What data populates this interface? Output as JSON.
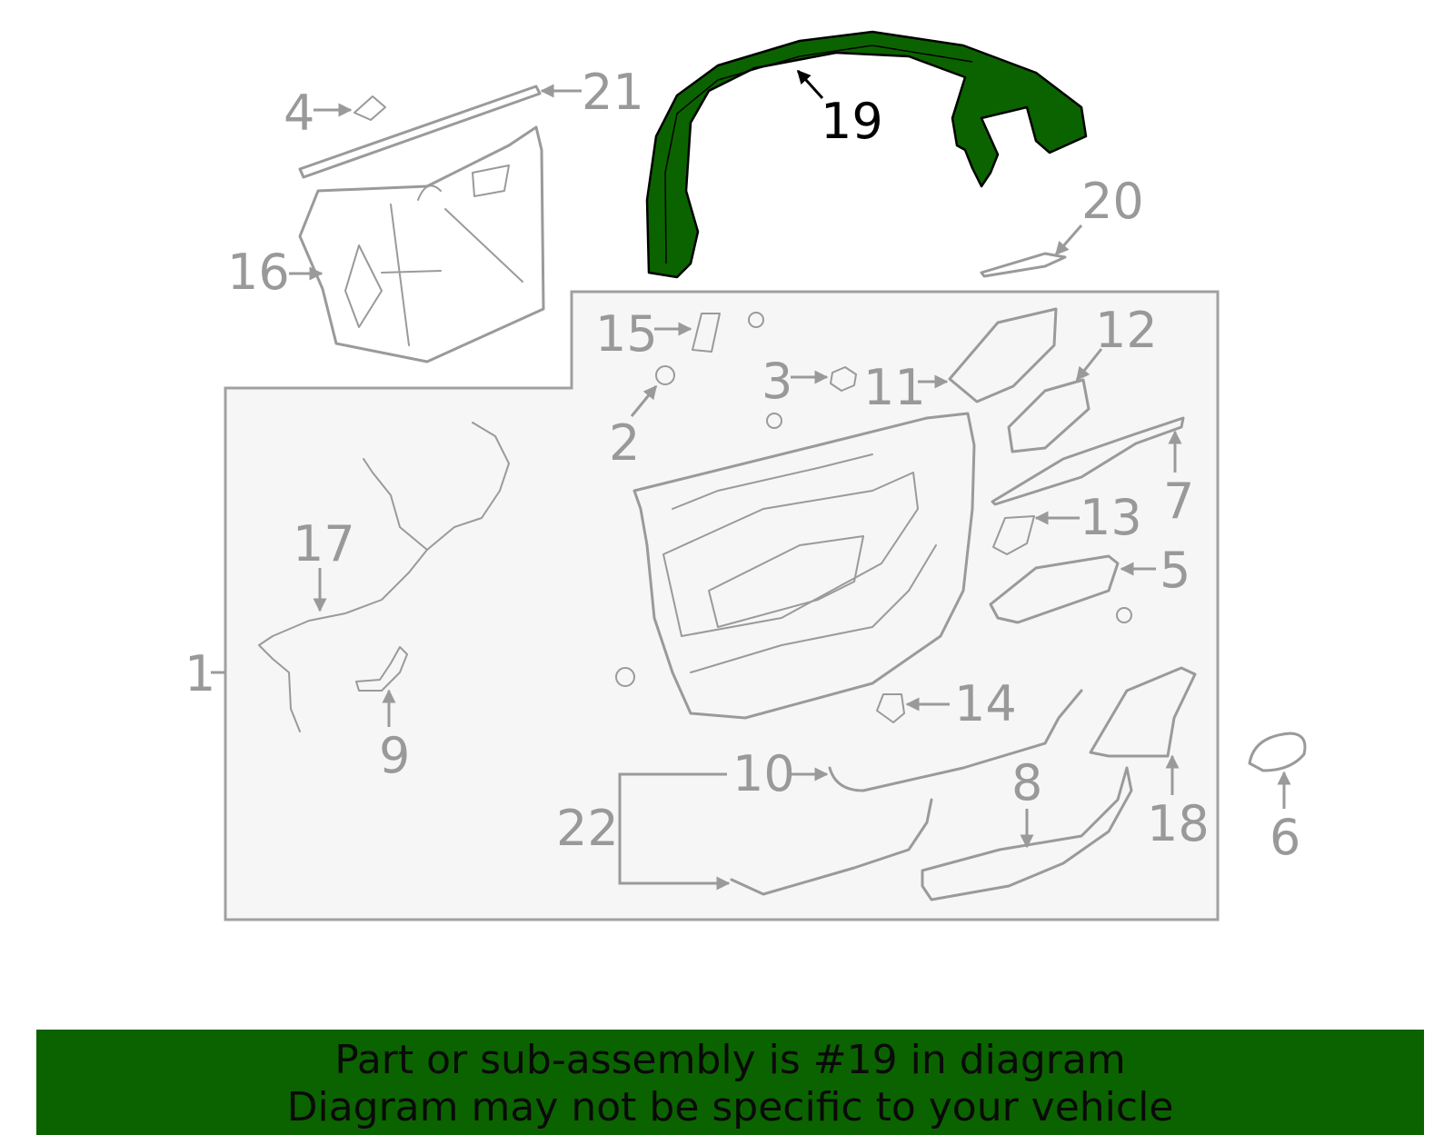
{
  "diagram": {
    "highlight_color": "#0b6300",
    "callouts": [
      "1",
      "2",
      "3",
      "4",
      "5",
      "6",
      "7",
      "8",
      "9",
      "10",
      "11",
      "12",
      "13",
      "14",
      "15",
      "16",
      "17",
      "18",
      "19",
      "20",
      "21",
      "22"
    ],
    "highlighted_callout": "19"
  },
  "banner": {
    "line1": "Part or sub-assembly is #19 in diagram",
    "line2": "Diagram may not be specific to your vehicle",
    "background": "#0b6300"
  }
}
